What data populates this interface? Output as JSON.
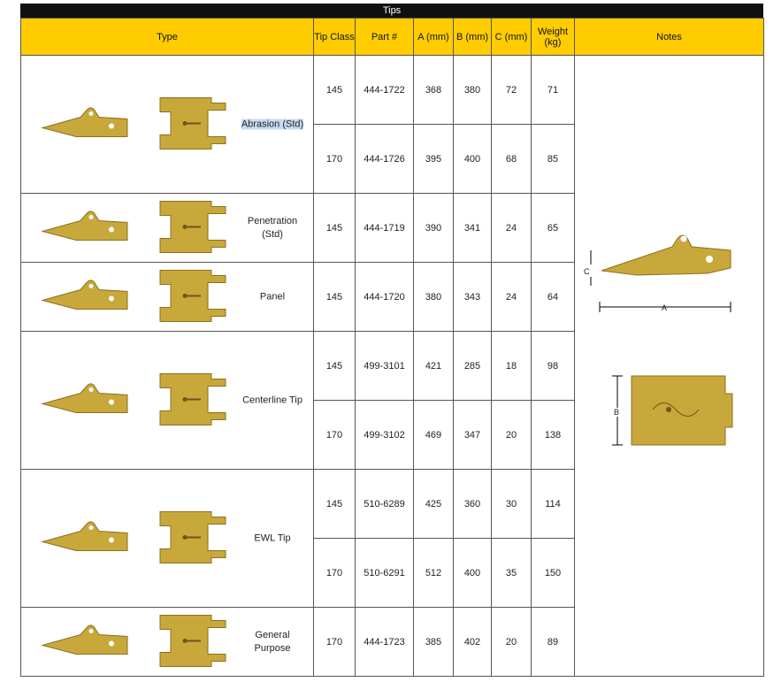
{
  "header": {
    "title": "Tips"
  },
  "columns": {
    "type": "Type",
    "tip_class": "Tip Class",
    "part": "Part #",
    "a": "A (mm)",
    "b": "B (mm)",
    "c": "C (mm)",
    "weight": "Weight (kg)",
    "notes": "Notes"
  },
  "groups": [
    {
      "type": "Abrasion (Std)",
      "rows": [
        {
          "tip_class": "145",
          "part": "444-1722",
          "a": "368",
          "b": "380",
          "c": "72",
          "weight": "71"
        },
        {
          "tip_class": "170",
          "part": "444-1726",
          "a": "395",
          "b": "400",
          "c": "68",
          "weight": "85"
        }
      ]
    },
    {
      "type": "Penetration (Std)",
      "rows": [
        {
          "tip_class": "145",
          "part": "444-1719",
          "a": "390",
          "b": "341",
          "c": "24",
          "weight": "65"
        }
      ]
    },
    {
      "type": "Panel",
      "rows": [
        {
          "tip_class": "145",
          "part": "444-1720",
          "a": "380",
          "b": "343",
          "c": "24",
          "weight": "64"
        }
      ]
    },
    {
      "type": "Centerline Tip",
      "rows": [
        {
          "tip_class": "145",
          "part": "499-3101",
          "a": "421",
          "b": "285",
          "c": "18",
          "weight": "98"
        },
        {
          "tip_class": "170",
          "part": "499-3102",
          "a": "469",
          "b": "347",
          "c": "20",
          "weight": "138"
        }
      ]
    },
    {
      "type": "EWL Tip",
      "rows": [
        {
          "tip_class": "145",
          "part": "510-6289",
          "a": "425",
          "b": "360",
          "c": "30",
          "weight": "114"
        },
        {
          "tip_class": "170",
          "part": "510-6291",
          "a": "512",
          "b": "400",
          "c": "35",
          "weight": "150"
        }
      ]
    },
    {
      "type": "General Purpose",
      "rows": [
        {
          "tip_class": "170",
          "part": "444-1723",
          "a": "385",
          "b": "402",
          "c": "20",
          "weight": "89"
        }
      ]
    }
  ],
  "diagram": {
    "a_label": "A",
    "b_label": "B",
    "c_label": "C"
  },
  "colors": {
    "header_bg": "#ffcc00",
    "tip_color": "#c8a83a"
  }
}
